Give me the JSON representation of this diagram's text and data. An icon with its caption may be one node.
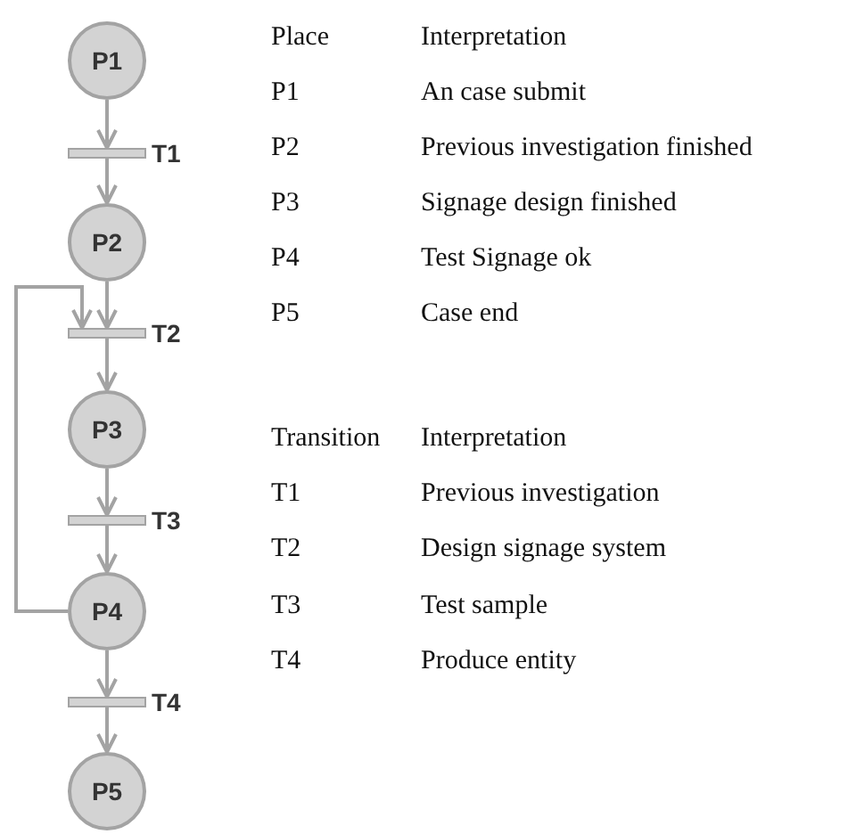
{
  "diagram": {
    "nodes": [
      {
        "text": [
          "P1"
        ]
      },
      {
        "text": [],
        "shape": "bar",
        "beside": [
          "T1"
        ]
      },
      {
        "text": [
          "P2"
        ]
      },
      {
        "text": [],
        "shape": "bar",
        "beside": [
          "T2"
        ]
      },
      {
        "text": [
          "P3"
        ]
      },
      {
        "text": [],
        "shape": "bar",
        "beside": [
          "T3"
        ]
      },
      {
        "text": [
          "P4"
        ]
      },
      {
        "text": [],
        "shape": "bar",
        "beside": [
          "T4"
        ]
      },
      {
        "text": [
          "P5"
        ]
      }
    ],
    "edges": [
      {
        "from": 0,
        "to": 1,
        "arrow": "to"
      },
      {
        "from": 1,
        "to": 2,
        "arrow": "to"
      },
      {
        "from": 2,
        "to": 3,
        "arrow": "to"
      },
      {
        "from": 3,
        "to": 4,
        "arrow": "to"
      },
      {
        "from": 4,
        "to": 5,
        "arrow": "to"
      },
      {
        "from": 5,
        "to": 6,
        "arrow": "to"
      },
      {
        "from": 6,
        "to": 3,
        "arrow": "to"
      },
      {
        "from": 6,
        "to": 7,
        "arrow": "to"
      },
      {
        "from": 7,
        "to": 8,
        "arrow": "to"
      }
    ],
    "labels": [
      "Place",
      "Interpretation",
      "P1",
      "An case submit",
      "P2",
      "Previous investigation finished",
      "P3",
      "Signage design finished",
      "P4",
      "Test Signage ok",
      "P5",
      "Case end",
      "Transition",
      "Interpretation",
      "T1",
      "Previous investigation",
      "T2",
      "Design signage system",
      "T3",
      "Test sample",
      "T4",
      "Produce entity"
    ]
  }
}
